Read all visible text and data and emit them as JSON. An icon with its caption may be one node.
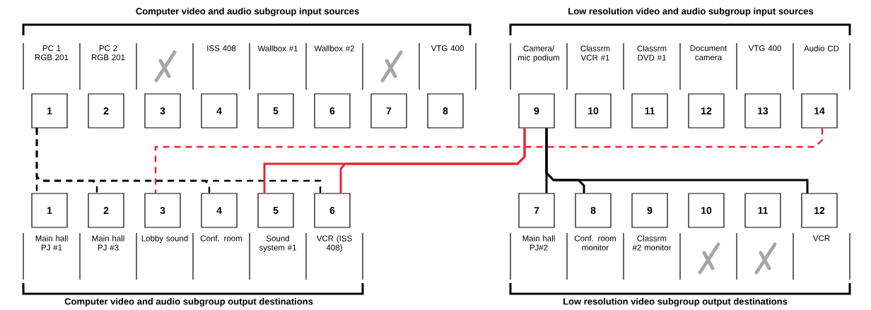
{
  "diagram": {
    "nodes": [
      {
        "text": [
          "1"
        ]
      },
      {
        "text": [
          "2"
        ]
      },
      {
        "text": [
          "3"
        ]
      },
      {
        "text": [
          "4"
        ]
      },
      {
        "text": [
          "5"
        ]
      },
      {
        "text": [
          "6"
        ]
      },
      {
        "text": [
          "7"
        ]
      },
      {
        "text": [
          "8"
        ]
      },
      {
        "text": [
          "9"
        ]
      },
      {
        "text": [
          "10"
        ]
      },
      {
        "text": [
          "11"
        ]
      },
      {
        "text": [
          "12"
        ]
      },
      {
        "text": [
          "13"
        ]
      },
      {
        "text": [
          "14"
        ]
      },
      {
        "text": [
          "1"
        ]
      },
      {
        "text": [
          "2"
        ]
      },
      {
        "text": [
          "3"
        ]
      },
      {
        "text": [
          "4"
        ]
      },
      {
        "text": [
          "5"
        ]
      },
      {
        "text": [
          "6"
        ]
      },
      {
        "text": [
          "7"
        ]
      },
      {
        "text": [
          "8"
        ]
      },
      {
        "text": [
          "9"
        ]
      },
      {
        "text": [
          "10"
        ]
      },
      {
        "text": [
          "11"
        ]
      },
      {
        "text": [
          "12"
        ]
      }
    ],
    "edges": [
      {
        "from": 0,
        "to": 14,
        "arrow": "none",
        "style": "dashed"
      },
      {
        "from": 0,
        "to": 15,
        "arrow": "none",
        "style": "dashed"
      },
      {
        "from": 0,
        "to": 17,
        "arrow": "none",
        "style": "dashed"
      },
      {
        "from": 0,
        "to": 19,
        "arrow": "none",
        "style": "dashed"
      },
      {
        "from": 13,
        "to": 16,
        "arrow": "none",
        "style": "dashed",
        "color": "#e8262b"
      },
      {
        "from": 8,
        "to": 18,
        "arrow": "none",
        "color": "#e8262b"
      },
      {
        "from": 8,
        "to": 19,
        "arrow": "none",
        "color": "#e8262b"
      },
      {
        "from": 8,
        "to": 20,
        "arrow": "none"
      },
      {
        "from": 8,
        "to": 21,
        "arrow": "none"
      },
      {
        "from": 8,
        "to": 25,
        "arrow": "none"
      }
    ],
    "labels": [
      "Computer video and audio subgroup input  sources",
      "Low resolution video and audio subgroup input  sources",
      "PC 1 RGB 201",
      "PC 2 RGB 201",
      "ISS 408",
      "Wallbox #1",
      "Wallbox #2",
      "VTG 400",
      "Camera/ mic podium",
      "Classrm VCR #1",
      "Classrm DVD #1",
      "Document camera",
      "VTG 400",
      "Audio CD",
      "Main hall PJ #1",
      "Main hall PJ #3",
      "Lobby sound",
      "Conf. room",
      "Sound system #1",
      "VCR (ISS 408)",
      "Main hall PJ#2",
      "Conf. room monitor",
      "Classrm #2 monitor",
      "VCR",
      "Computer video and audio subgroup output destinations",
      "Low resolution video subgroup output destinations"
    ]
  }
}
